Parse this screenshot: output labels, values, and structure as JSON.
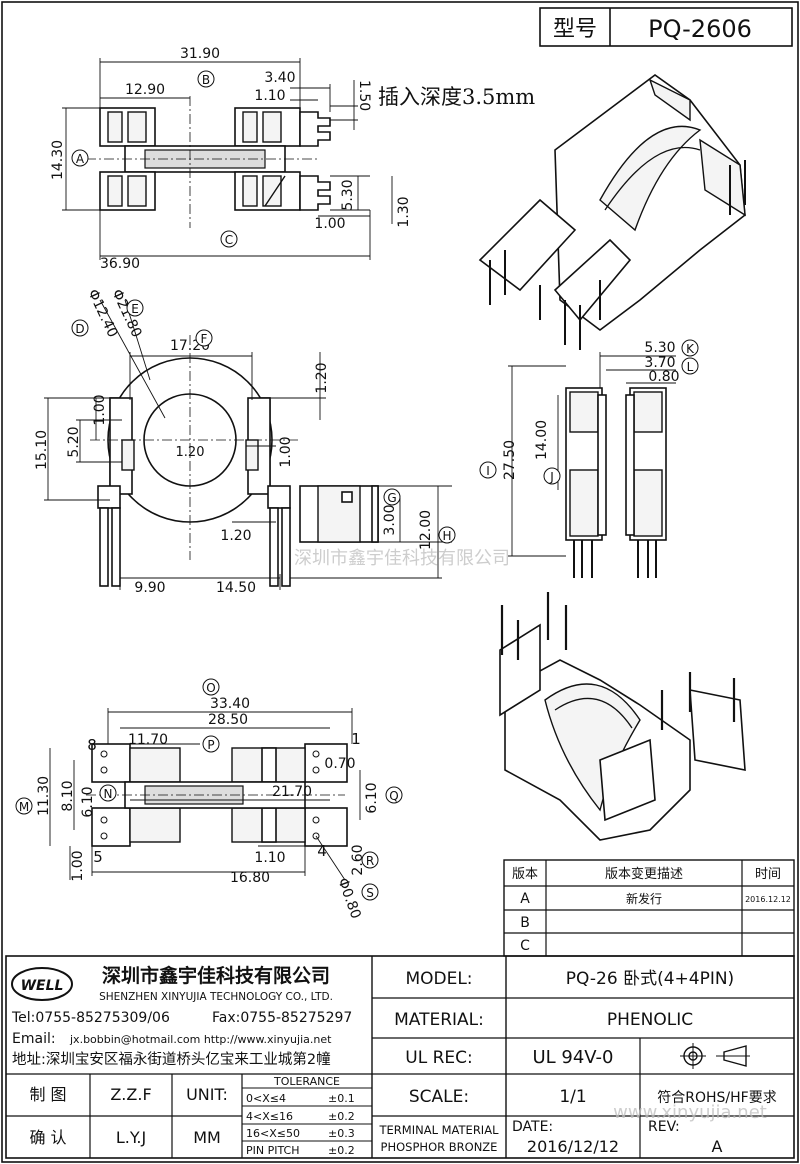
{
  "header": {
    "model_label": "型号",
    "model_value": "PQ-2606"
  },
  "note": "插入深度3.5mm",
  "dims_top": {
    "d1": "31.90",
    "d2": "12.90",
    "d3": "3.40",
    "d4": "1.10",
    "d5": "1.50",
    "d6": "14.30",
    "d7": "5.30",
    "d8": "1.00",
    "d9": "1.30",
    "d10": "36.90",
    "label_a": "A",
    "label_b": "B",
    "label_c": "C"
  },
  "dims_front": {
    "d1": "Φ12.40",
    "d2": "Φ21.80",
    "d3": "17.20",
    "d4": "1.20",
    "d5": "1.00",
    "d6": "15.10",
    "d7": "5.20",
    "d8": "1.20",
    "d9": "1.00",
    "d10": "3.00",
    "d11": "12.00",
    "d12": "1.20",
    "d13": "9.90",
    "d14": "14.50",
    "label_d": "D",
    "label_e": "E",
    "label_f": "F",
    "label_g": "G",
    "label_h": "H"
  },
  "dims_side": {
    "d1": "5.30",
    "d2": "3.70",
    "d3": "0.80",
    "d4": "27.50",
    "d5": "14.00",
    "label_k": "K",
    "label_l": "L",
    "label_i": "I",
    "label_j": "J"
  },
  "dims_bottom": {
    "d1": "33.40",
    "d2": "28.50",
    "d3": "11.70",
    "d4": "0.70",
    "d5": "11.30",
    "d6": "8.10",
    "d7": "6.10",
    "d8": "21.70",
    "d9": "6.10",
    "d10": "1.10",
    "d11": "2.60",
    "d12": "16.80",
    "d13": "Φ0.80",
    "d14": "1.00",
    "pin1": "1",
    "pin4": "4",
    "pin5": "5",
    "pin8": "8",
    "label_o": "O",
    "label_p": "P",
    "label_m": "M",
    "label_n": "N",
    "label_q": "Q",
    "label_r": "R",
    "label_s": "S"
  },
  "watermark": "深圳市鑫宇佳科技有限公司",
  "watermark_url": "www.xinyujia.net",
  "revision": {
    "col1": "版本",
    "col2": "版本变更描述",
    "col3": "时间",
    "rows": [
      {
        "ver": "A",
        "desc": "新发行",
        "date": "2016.12.12"
      },
      {
        "ver": "B",
        "desc": "",
        "date": ""
      },
      {
        "ver": "C",
        "desc": "",
        "date": ""
      }
    ]
  },
  "company": {
    "logo": "WELL",
    "name_cn": "深圳市鑫宇佳科技有限公司",
    "name_en": "SHENZHEN XINYUJIA TECHNOLOGY CO., LTD.",
    "tel": "Tel:0755-85275309/06",
    "fax": "Fax:0755-85275297",
    "email_label": "Email:",
    "email": "jx.bobbin@hotmail.com http://www.xinyujia.net",
    "address": "地址:深圳宝安区福永街道桥头亿宝来工业城第2幢"
  },
  "titleblock": {
    "model_label": "MODEL:",
    "model_value": "PQ-26 卧式(4+4PIN)",
    "material_label": "MATERIAL:",
    "material_value": "PHENOLIC",
    "ulrec_label": "UL REC:",
    "ulrec_value": "UL 94V-0",
    "scale_label": "SCALE:",
    "scale_value": "1/1",
    "rohs": "符合ROHS/HF要求",
    "draw_label": "制 图",
    "draw_value": "Z.Z.F",
    "check_label": "确 认",
    "check_value": "L.Y.J",
    "unit_label": "UNIT:",
    "unit_value": "MM",
    "tol_title": "TOLERANCE",
    "tol_rows": [
      {
        "range": "0<X≤4",
        "tol": "±0.1"
      },
      {
        "range": "4<X≤16",
        "tol": "±0.2"
      },
      {
        "range": "16<X≤50",
        "tol": "±0.3"
      },
      {
        "range": "PIN PITCH",
        "tol": "±0.2"
      }
    ],
    "terminal1": "TERMINAL MATERIAL",
    "terminal2": "PHOSPHOR BRONZE",
    "date_label": "DATE:",
    "date_value": "2016/12/12",
    "rev_label": "REV:",
    "rev_value": "A"
  }
}
